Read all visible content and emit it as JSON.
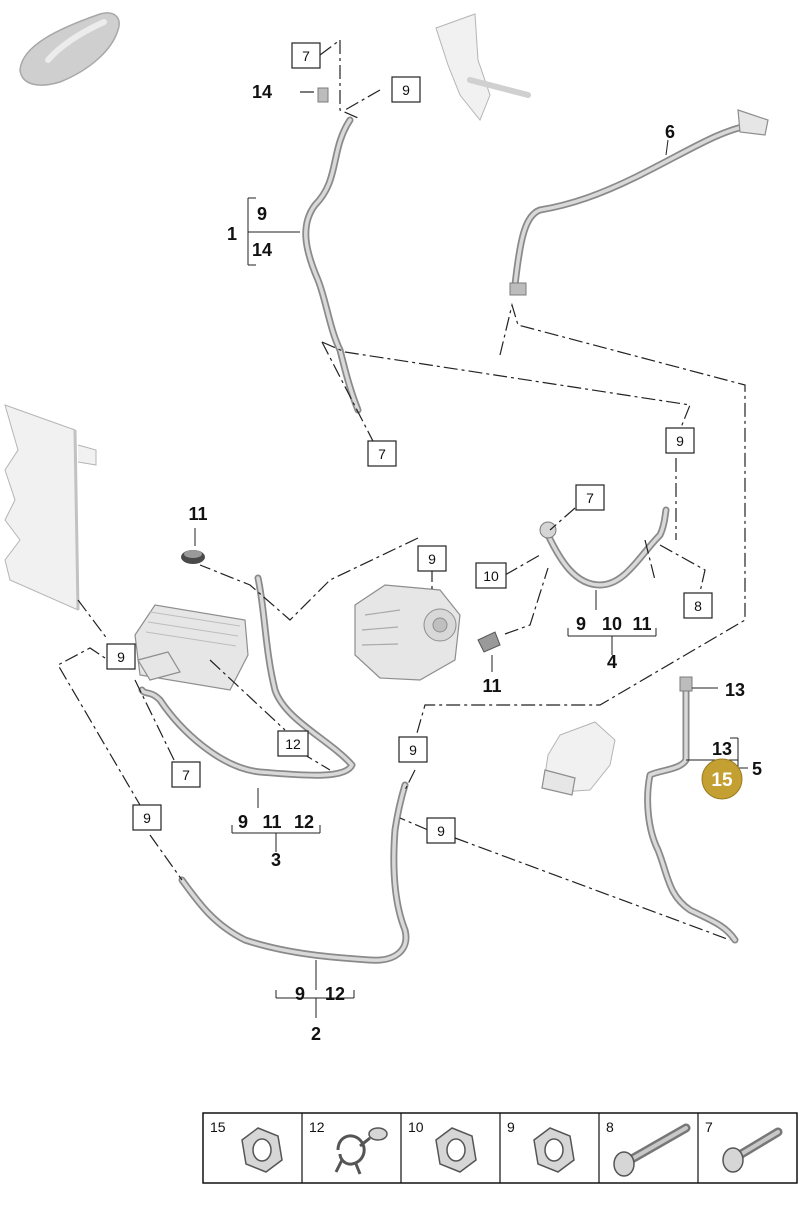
{
  "callouts": {
    "c1": "1",
    "c2": "2",
    "c3": "3",
    "c4": "4",
    "c5": "5",
    "c6": "6",
    "c11_top": "11",
    "c11_bottom": "11",
    "c13_top": "13",
    "c13_group": "13",
    "c14": "14",
    "c15_highlight": "15"
  },
  "groups": {
    "g1": [
      "9",
      "14"
    ],
    "g2": [
      "9",
      "12"
    ],
    "g3": [
      "9",
      "11",
      "12"
    ],
    "g4": [
      "9",
      "10",
      "11"
    ]
  },
  "boxes": {
    "b7_top": "7",
    "b9_top": "9",
    "b7_mid": "7",
    "b9_right": "9",
    "b7_center": "7",
    "b9_comp": "9",
    "b10": "10",
    "b8": "8",
    "b9_left": "9",
    "b12": "12",
    "b7_low": "7",
    "b9_center": "9",
    "b9_lower": "9",
    "b9_far_left": "9"
  },
  "legend": [
    {
      "number": "15",
      "icon": "hex-nut-icon"
    },
    {
      "number": "12",
      "icon": "pipe-clamp-icon"
    },
    {
      "number": "10",
      "icon": "hex-nut-icon"
    },
    {
      "number": "9",
      "icon": "hex-nut-icon"
    },
    {
      "number": "8",
      "icon": "long-bolt-icon"
    },
    {
      "number": "7",
      "icon": "short-bolt-icon"
    }
  ],
  "colors": {
    "highlight": "#c4a033",
    "pipe": "#8a8a8a"
  }
}
